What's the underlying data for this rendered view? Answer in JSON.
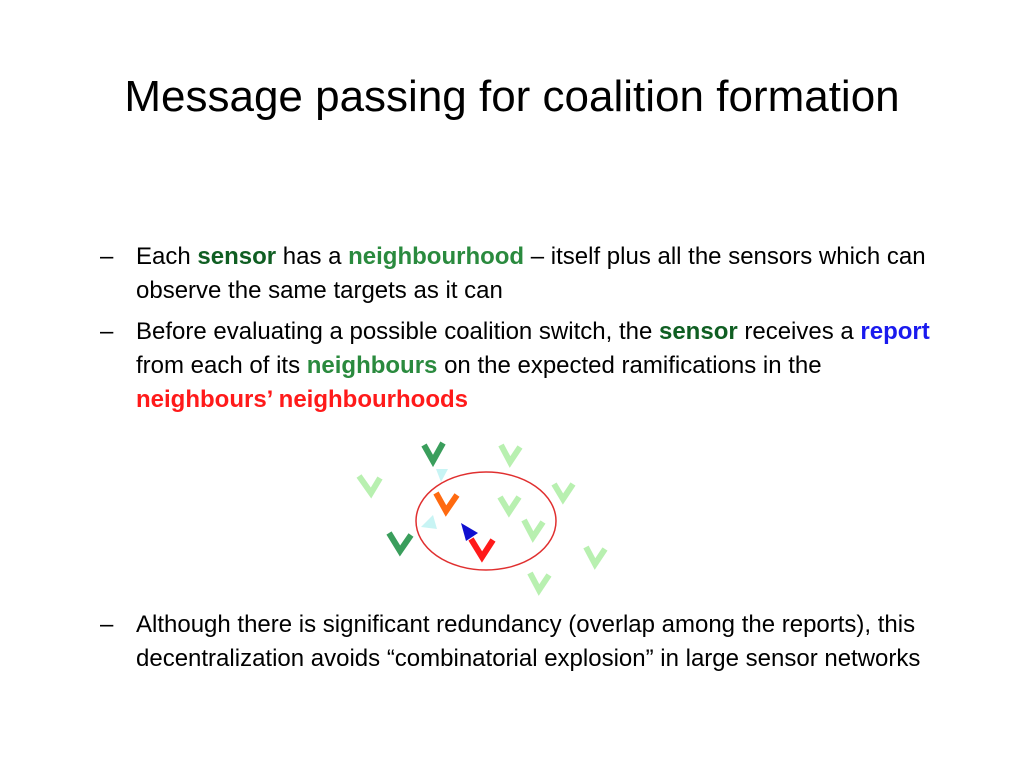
{
  "slide": {
    "title": "Message passing for coalition formation"
  },
  "bullets": [
    {
      "dash": "–",
      "parts": [
        {
          "text": "Each ",
          "style": "plain"
        },
        {
          "text": "sensor",
          "style": "kw-darkgreen"
        },
        {
          "text": " has a ",
          "style": "plain"
        },
        {
          "text": "neighbourhood",
          "style": "kw-green"
        },
        {
          "text": " – itself plus all the sensors which can observe the same targets as it can",
          "style": "plain"
        }
      ]
    },
    {
      "dash": "–",
      "parts": [
        {
          "text": "Before evaluating a possible coalition switch, the ",
          "style": "plain"
        },
        {
          "text": "sensor",
          "style": "kw-darkgreen"
        },
        {
          "text": " receives a ",
          "style": "plain"
        },
        {
          "text": "report",
          "style": "kw-blue"
        },
        {
          "text": " from each of its ",
          "style": "plain"
        },
        {
          "text": "neighbours",
          "style": "kw-green"
        },
        {
          "text": " on the expected ramifications in the ",
          "style": "plain"
        },
        {
          "text": "neighbours’ neighbourhoods",
          "style": "kw-red"
        }
      ]
    },
    {
      "dash": "–",
      "parts": [
        {
          "text": "Although there is significant redundancy (overlap among the reports), this decentralization avoids “combinatorial explosion” in large sensor networks",
          "style": "plain"
        }
      ]
    }
  ],
  "colors": {
    "pale_green": "#b8f0b0",
    "mid_green": "#3a9e5c",
    "orange": "#ff6a10",
    "red": "#ff1a1a",
    "blue": "#1010d0",
    "light_cyan": "#c8f4f4",
    "neighbourhood_ellipse": "#e03030"
  },
  "diagram": {
    "sensor_icon": "chevron-sensor-icon",
    "message_icon": "triangle-arrow-icon",
    "neighbourhood_shape": "ellipse"
  }
}
